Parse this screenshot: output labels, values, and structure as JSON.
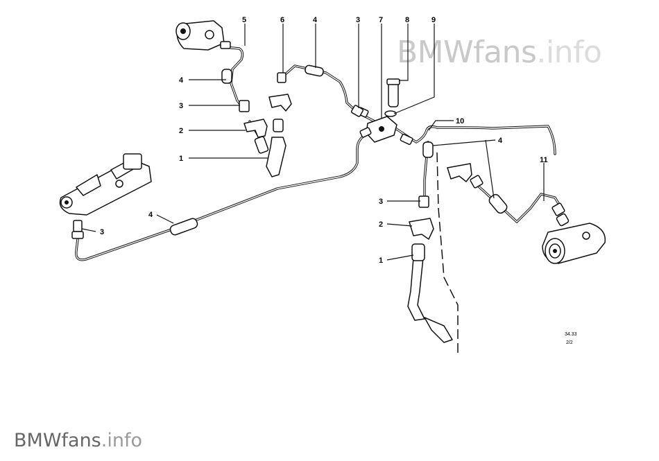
{
  "watermark": {
    "brand": "BMWfans",
    "suffix": ".info"
  },
  "callouts": [
    {
      "id": "c5",
      "text": "5"
    },
    {
      "id": "c6",
      "text": "6"
    },
    {
      "id": "c4a",
      "text": "4"
    },
    {
      "id": "c3a",
      "text": "3"
    },
    {
      "id": "c7",
      "text": "7"
    },
    {
      "id": "c8",
      "text": "8"
    },
    {
      "id": "c9",
      "text": "9"
    },
    {
      "id": "c4b",
      "text": "4"
    },
    {
      "id": "c3b",
      "text": "3"
    },
    {
      "id": "c2a",
      "text": "2"
    },
    {
      "id": "c1a",
      "text": "1"
    },
    {
      "id": "c10",
      "text": "10"
    },
    {
      "id": "c4c",
      "text": "4"
    },
    {
      "id": "c11",
      "text": "11"
    },
    {
      "id": "c4d",
      "text": "4"
    },
    {
      "id": "c3c",
      "text": "3"
    },
    {
      "id": "c3d",
      "text": "3"
    },
    {
      "id": "c2b",
      "text": "2"
    },
    {
      "id": "c1b",
      "text": "1"
    }
  ],
  "drawing_code": {
    "line1": "34.33",
    "line2": "2/2"
  }
}
